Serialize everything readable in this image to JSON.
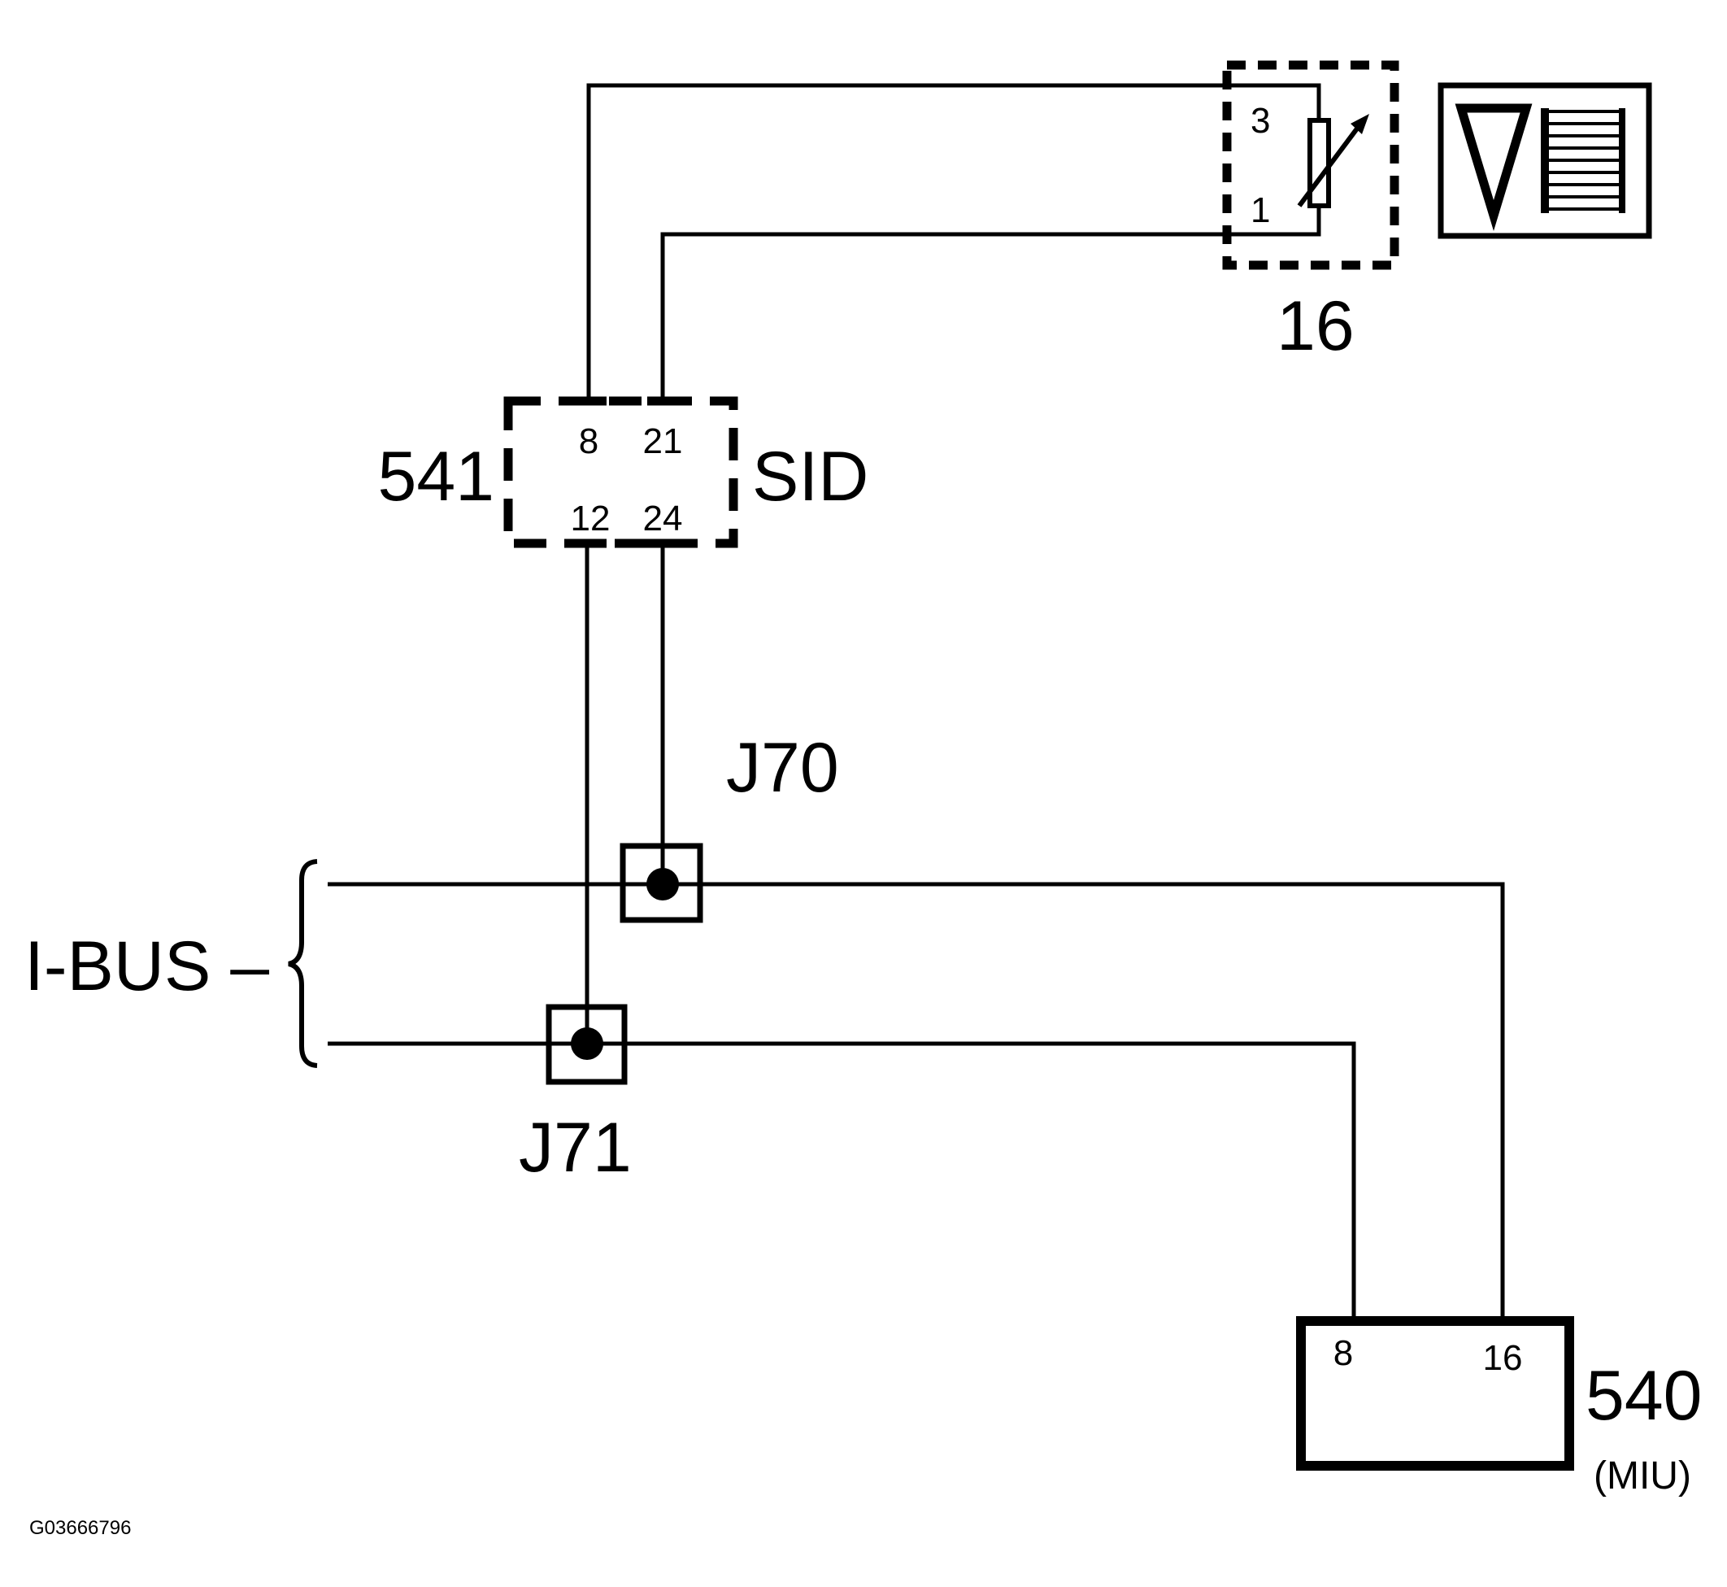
{
  "components": {
    "sensor": {
      "ref": "16",
      "pin_top": "3",
      "pin_bottom": "1"
    },
    "sid": {
      "ref": "541",
      "name": "SID",
      "pins": [
        "8",
        "21",
        "12",
        "24"
      ]
    },
    "miu": {
      "ref": "540",
      "name": "(MIU)",
      "pins": [
        "8",
        "16"
      ]
    }
  },
  "junctions": {
    "upper": "J70",
    "lower": "J71"
  },
  "bus": {
    "label": "I-BUS –"
  },
  "footer": {
    "code": "G03666796"
  },
  "icons": {
    "sensor_symbol": "variable-resistor-icon",
    "legend_symbol": "temperature-gauge-icon"
  }
}
